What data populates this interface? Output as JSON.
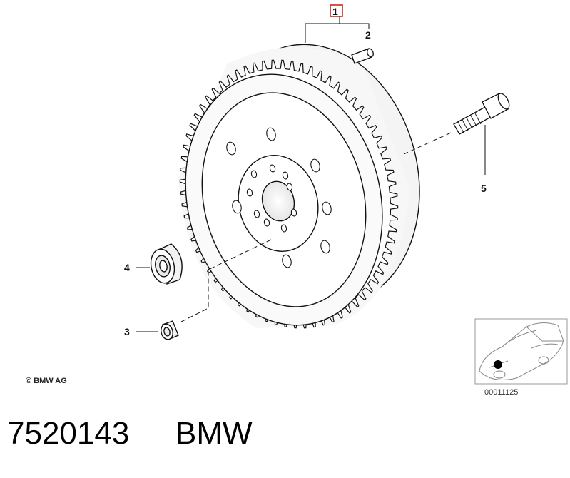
{
  "callouts": [
    {
      "id": "1",
      "label": "1",
      "highlighted": true
    },
    {
      "id": "2",
      "label": "2"
    },
    {
      "id": "3",
      "label": "3"
    },
    {
      "id": "4",
      "label": "4"
    },
    {
      "id": "5",
      "label": "5"
    }
  ],
  "copyright": "© BMW AG",
  "inset": {
    "reference_code": "00011125",
    "icon": "car-location-icon"
  },
  "footer": {
    "part_number": "7520143",
    "brand": "BMW"
  },
  "colors": {
    "highlight": "#d62020",
    "line": "#111111"
  }
}
